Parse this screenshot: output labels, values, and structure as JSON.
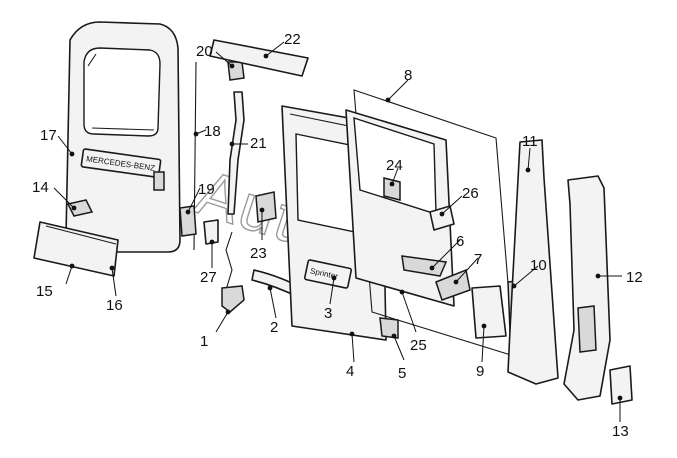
{
  "diagram": {
    "watermark": "AutoSoft",
    "door_badge": "MERCEDES-BENZ",
    "model_badge": "Sprinter",
    "callouts": [
      {
        "id": "c1",
        "label": "1"
      },
      {
        "id": "c2",
        "label": "2"
      },
      {
        "id": "c3",
        "label": "3"
      },
      {
        "id": "c4",
        "label": "4"
      },
      {
        "id": "c5",
        "label": "5"
      },
      {
        "id": "c6",
        "label": "6"
      },
      {
        "id": "c7",
        "label": "7"
      },
      {
        "id": "c8",
        "label": "8"
      },
      {
        "id": "c9",
        "label": "9"
      },
      {
        "id": "c10",
        "label": "10"
      },
      {
        "id": "c11",
        "label": "11"
      },
      {
        "id": "c12",
        "label": "12"
      },
      {
        "id": "c13",
        "label": "13"
      },
      {
        "id": "c14",
        "label": "14"
      },
      {
        "id": "c15",
        "label": "15"
      },
      {
        "id": "c16",
        "label": "16"
      },
      {
        "id": "c17",
        "label": "17"
      },
      {
        "id": "c18",
        "label": "18"
      },
      {
        "id": "c19",
        "label": "19"
      },
      {
        "id": "c20",
        "label": "20"
      },
      {
        "id": "c21",
        "label": "21"
      },
      {
        "id": "c22",
        "label": "22"
      },
      {
        "id": "c23",
        "label": "23"
      },
      {
        "id": "c24",
        "label": "24"
      },
      {
        "id": "c25",
        "label": "25"
      },
      {
        "id": "c26",
        "label": "26"
      },
      {
        "id": "c27",
        "label": "27"
      }
    ]
  }
}
